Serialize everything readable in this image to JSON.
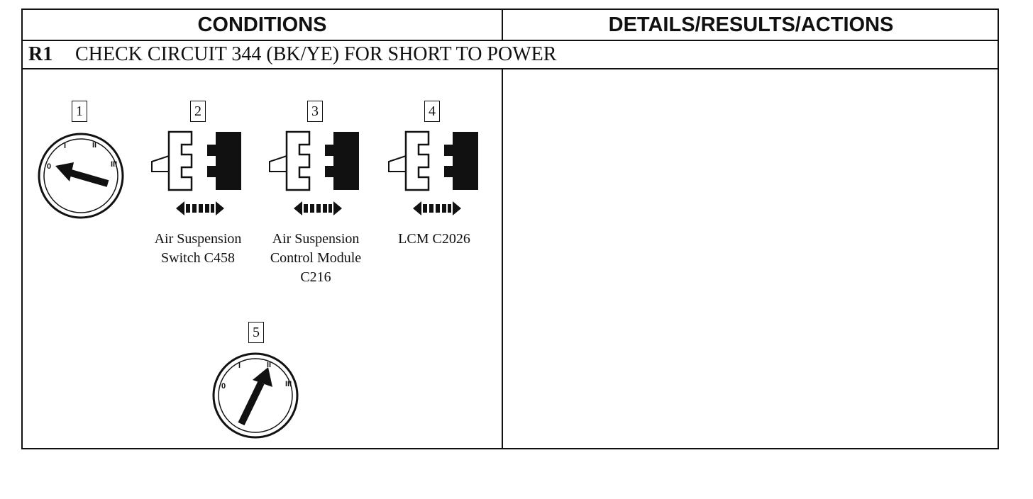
{
  "header": {
    "conditions": "CONDITIONS",
    "details": "DETAILS/RESULTS/ACTIONS"
  },
  "row": {
    "id": "R1",
    "title": "CHECK CIRCUIT 344 (BK/YE) FOR SHORT TO POWER"
  },
  "ignition_labels": {
    "off": "0",
    "acc": "I",
    "run": "II",
    "start": "III"
  },
  "steps": [
    {
      "number": "1",
      "icon": "ignition-switch-icon",
      "position": "0"
    },
    {
      "number": "2",
      "icon": "connector-disconnect-icon",
      "caption_lines": [
        "Air Suspension",
        "Switch C458"
      ]
    },
    {
      "number": "3",
      "icon": "connector-disconnect-icon",
      "caption_lines": [
        "Air Suspension",
        "Control Module",
        "C216"
      ]
    },
    {
      "number": "4",
      "icon": "connector-disconnect-icon",
      "caption_lines": [
        "LCM C2026"
      ]
    },
    {
      "number": "5",
      "icon": "ignition-switch-icon",
      "position": "II"
    }
  ],
  "colors": {
    "ink": "#111111",
    "paper": "#ffffff"
  }
}
